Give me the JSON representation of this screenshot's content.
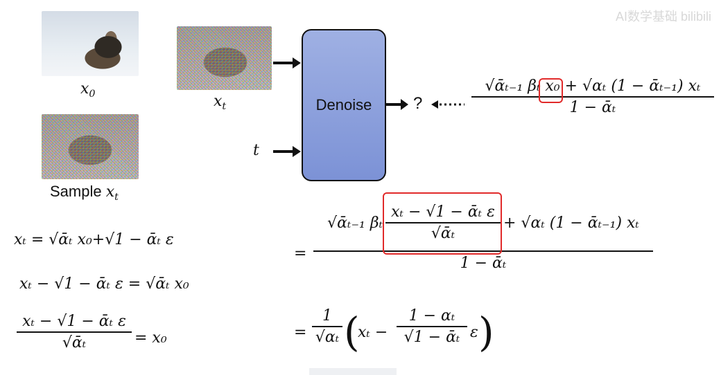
{
  "watermark": "AI数学基础 bilibili",
  "images": {
    "clean": "cat-photo",
    "noisy_top": "noisy-cat",
    "noisy_sample": "noisy-cat"
  },
  "labels": {
    "x0": "x",
    "x0_sub": "0",
    "xt": "x",
    "xt_sub": "t",
    "t_input": "t",
    "sample_word": "Sample ",
    "sample_x": "x",
    "sample_sub": "t"
  },
  "block": {
    "denoise_label": "Denoise"
  },
  "flow": {
    "question": "?",
    "arrow_symbol": "→",
    "dotted_arrow": "◄⋯"
  },
  "formulas": {
    "target_num": "√ᾱₜ₋₁ βₜ x₀ + √αₜ (1 − ᾱₜ₋₁) xₜ",
    "target_den": "1 − ᾱₜ",
    "eq1": "xₜ = √ᾱₜ x₀+√1 − ᾱₜ ε",
    "eq2": "xₜ − √1 − ᾱₜ ε = √ᾱₜ x₀",
    "eq3_num": "xₜ − √1 − ᾱₜ ε",
    "eq3_den": "√ᾱₜ",
    "eq3_rhs": "= x₀",
    "step2_prefix": "=",
    "step2_num_a": "√ᾱₜ₋₁ βₜ",
    "step2_inner_num": "xₜ − √1 − ᾱₜ ε",
    "step2_inner_den": "√ᾱₜ",
    "step2_num_b": "+ √αₜ (1 − ᾱₜ₋₁) xₜ",
    "step2_den": "1 − ᾱₜ",
    "step3_prefix": "=",
    "step3_coef_num": "1",
    "step3_coef_den": "√αₜ",
    "step3_open": "(",
    "step3_x": "xₜ −",
    "step3_frac_num": "1 − αₜ",
    "step3_frac_den": "√1 − ᾱₜ",
    "step3_eps": "ε",
    "step3_close": ")"
  }
}
